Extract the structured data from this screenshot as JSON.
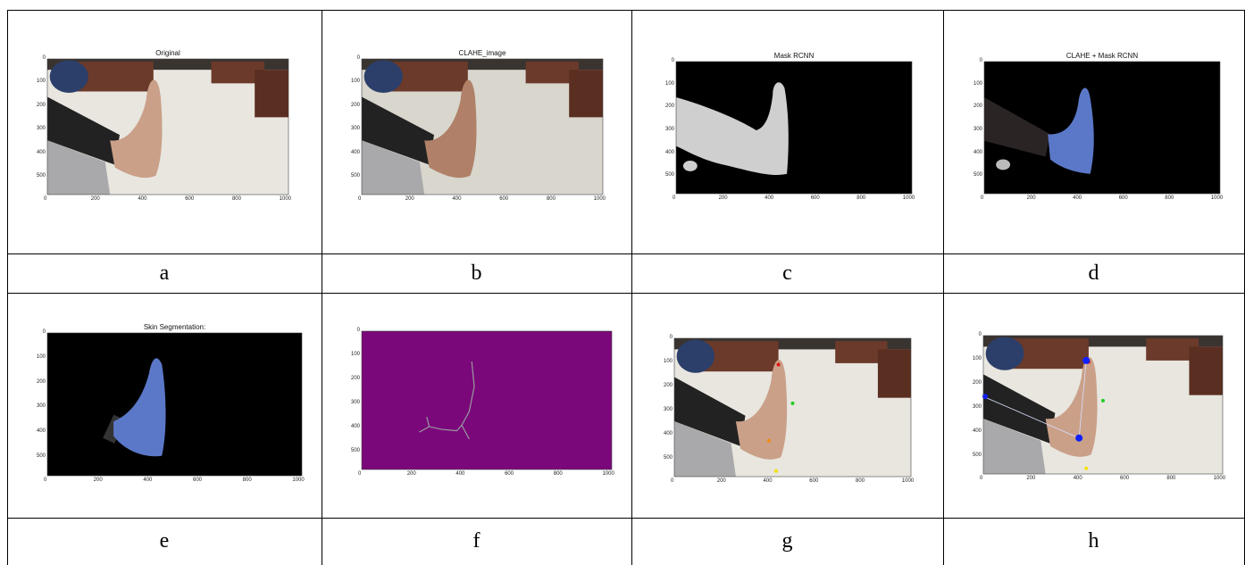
{
  "panels": [
    {
      "id": "a",
      "label": "a",
      "title": "Original",
      "kind": "photo",
      "xticks": [
        "0",
        "200",
        "400",
        "600",
        "800",
        "1000"
      ],
      "yticks": [
        "0",
        "100",
        "200",
        "300",
        "400",
        "500"
      ]
    },
    {
      "id": "b",
      "label": "b",
      "title": "CLAHE_image",
      "kind": "photo-clahe",
      "xticks": [
        "0",
        "200",
        "400",
        "600",
        "800",
        "1000"
      ],
      "yticks": [
        "0",
        "100",
        "200",
        "300",
        "400",
        "500"
      ]
    },
    {
      "id": "c",
      "label": "c",
      "title": "Mask RCNN",
      "kind": "mask",
      "xticks": [
        "0",
        "200",
        "400",
        "600",
        "800",
        "1000"
      ],
      "yticks": [
        "0",
        "100",
        "200",
        "300",
        "400",
        "500"
      ]
    },
    {
      "id": "d",
      "label": "d",
      "title": "CLAHE + Mask RCNN",
      "kind": "masked-color",
      "xticks": [
        "0",
        "200",
        "400",
        "600",
        "800",
        "1000"
      ],
      "yticks": [
        "0",
        "100",
        "200",
        "300",
        "400",
        "500"
      ]
    },
    {
      "id": "e",
      "label": "e",
      "title": "Skin Segmentation:",
      "kind": "skin",
      "xticks": [
        "0",
        "200",
        "400",
        "600",
        "800",
        "1000"
      ],
      "yticks": [
        "0",
        "100",
        "200",
        "300",
        "400",
        "500"
      ]
    },
    {
      "id": "f",
      "label": "f",
      "title": "",
      "kind": "skeleton",
      "xticks": [
        "0",
        "200",
        "400",
        "600",
        "800",
        "1000"
      ],
      "yticks": [
        "0",
        "100",
        "200",
        "300",
        "400",
        "500"
      ]
    },
    {
      "id": "g",
      "label": "g",
      "title": "",
      "kind": "keypoints",
      "xticks": [
        "0",
        "200",
        "400",
        "600",
        "800",
        "1000"
      ],
      "yticks": [
        "0",
        "100",
        "200",
        "300",
        "400",
        "500"
      ]
    },
    {
      "id": "h",
      "label": "h",
      "title": "",
      "kind": "keypoints-lines",
      "xticks": [
        "0",
        "200",
        "400",
        "600",
        "800",
        "1000"
      ],
      "yticks": [
        "0",
        "100",
        "200",
        "300",
        "400",
        "500"
      ]
    }
  ],
  "colors": {
    "border": "#000000",
    "mask_bg": "#000000",
    "mask_fg": "#cfcfcf",
    "skeleton_bg": "#7a087a",
    "skeleton_line": "#9a9aa0",
    "skin_blue": "#5b78c8",
    "foot": "#caa089",
    "floor": "#e8e6df",
    "furniture": "#6b3a2a",
    "kp_red": "#e01010",
    "kp_green": "#22cc22",
    "kp_orange": "#f08a10",
    "kp_yellow": "#f5e000",
    "kp_blue": "#1020ff"
  }
}
